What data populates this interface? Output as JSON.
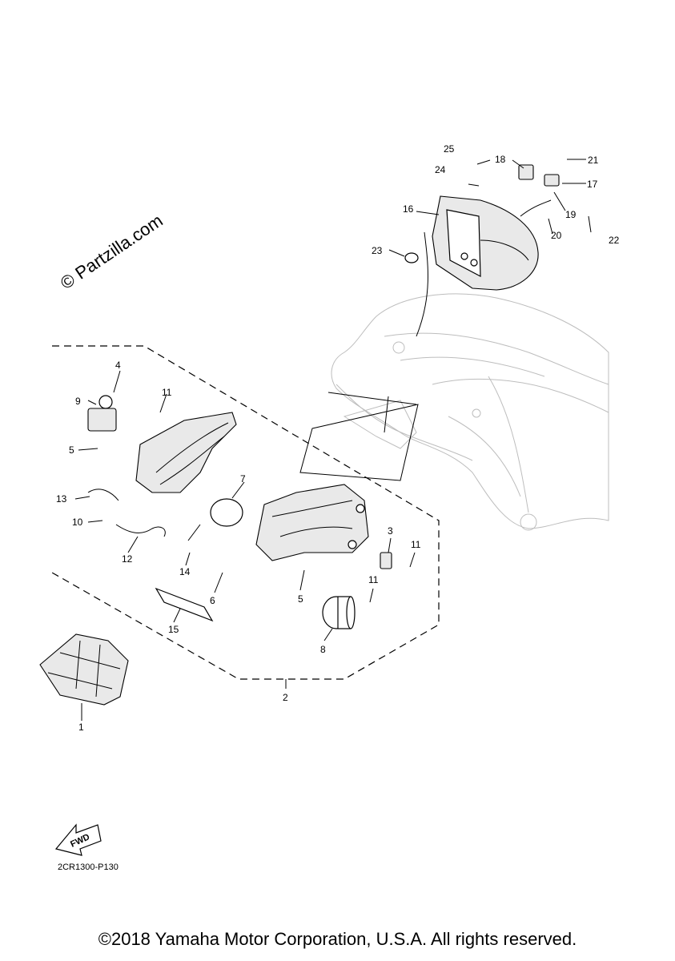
{
  "watermark": "© Partzilla.com",
  "diagram_code": "2CR1300-P130",
  "fwd_label": "FWD",
  "copyright": "©2018 Yamaha Motor Corporation, U.S.A. All rights reserved.",
  "callouts": [
    "1",
    "2",
    "3",
    "4",
    "5",
    "5",
    "6",
    "7",
    "8",
    "9",
    "10",
    "11",
    "11",
    "11",
    "12",
    "13",
    "14",
    "15",
    "16",
    "17",
    "18",
    "19",
    "20",
    "21",
    "22",
    "23",
    "24",
    "25"
  ]
}
